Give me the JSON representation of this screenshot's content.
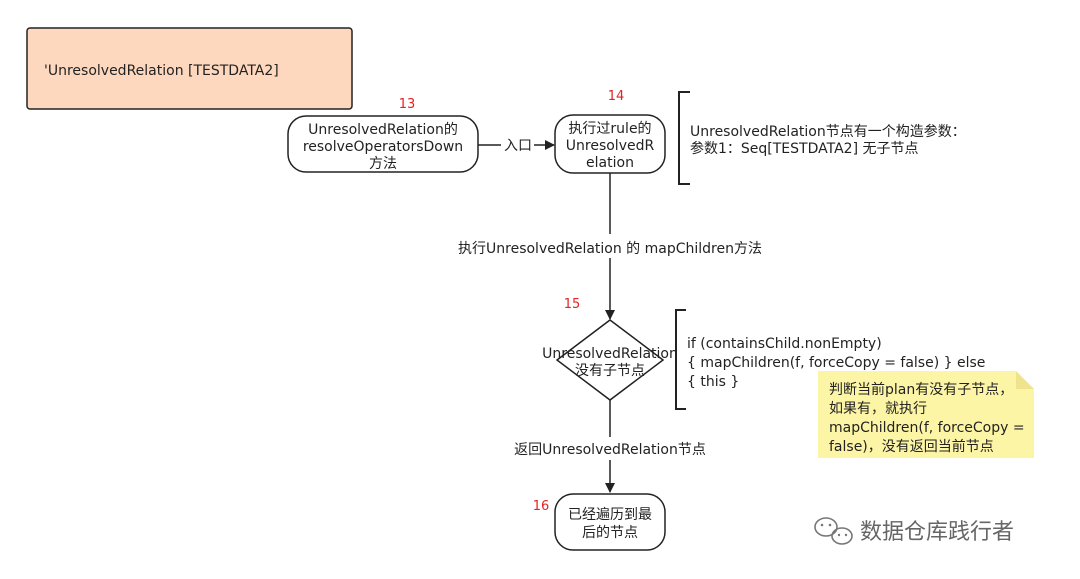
{
  "context_box": {
    "text": "'UnresolvedRelation [TESTDATA2]"
  },
  "nodes": {
    "n13": {
      "step": "13",
      "lines": [
        "UnresolvedRelation的",
        "resolveOperatorsDown",
        "方法"
      ]
    },
    "n14": {
      "step": "14",
      "lines": [
        "执行过rule的",
        "UnresolvedR",
        "elation"
      ]
    },
    "n15": {
      "step": "15",
      "lines": [
        "UnresolvedRelation",
        "没有子节点"
      ]
    },
    "n16": {
      "step": "16",
      "lines": [
        "已经遍历到最",
        "后的节点"
      ]
    }
  },
  "edges": {
    "e13_14": "入口",
    "e14_15": "执行UnresolvedRelation 的 mapChildren方法",
    "e15_16": "返回UnresolvedRelation节点"
  },
  "annotations": {
    "n14_info": [
      "UnresolvedRelation节点有一个构造参数：",
      "参数1：Seq[TESTDATA2]    无子节点"
    ],
    "n15_code": [
      "if (containsChild.nonEmpty)",
      "{       mapChildren(f, forceCopy = false)    } else",
      "{       this    }"
    ]
  },
  "sticky_note": {
    "lines": [
      "判断当前plan有没有子节点，",
      "如果有，就执行",
      "mapChildren(f, forceCopy =",
      "false)，没有返回当前节点"
    ]
  },
  "watermark": {
    "icon": "wechat-icon",
    "text": "数据仓库践行者"
  },
  "colors": {
    "context_fill": "#fdd8bf",
    "note_fill": "#fdf5a6",
    "stroke": "#222222",
    "step_red": "#e02424"
  }
}
